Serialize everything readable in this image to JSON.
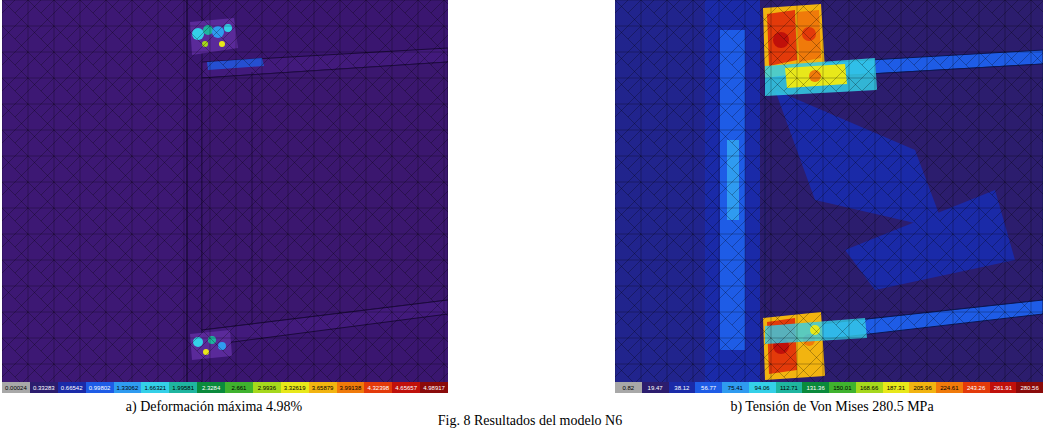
{
  "diagram": {
    "caption": "Fig. 8 Resultados del modelo N6",
    "labels": [
      "a) Deformación máxima 4.98%",
      "b) Tensión de Von Mises 280.5 MPa"
    ],
    "legend": [
      {
        "text": "0.00024",
        "color": "#a8a8a8"
      },
      {
        "text": "0.33283",
        "color": "#2c1d6e"
      },
      {
        "text": "0.66542",
        "color": "#1a2aa8"
      },
      {
        "text": "0.99802",
        "color": "#1e5ce6"
      },
      {
        "text": "1.33062",
        "color": "#2f9bf0"
      },
      {
        "text": "1.66321",
        "color": "#34d0e8"
      },
      {
        "text": "1.99581",
        "color": "#1fb5a0"
      },
      {
        "text": "2.3284",
        "color": "#0a8a3c"
      },
      {
        "text": "2.661",
        "color": "#3fb22e"
      },
      {
        "text": "2.9936",
        "color": "#a6d81c"
      },
      {
        "text": "3.32619",
        "color": "#e8e81a"
      },
      {
        "text": "3.65879",
        "color": "#f2b410"
      },
      {
        "text": "3.99138",
        "color": "#f07a0a"
      },
      {
        "text": "4.32398",
        "color": "#e33a0a"
      },
      {
        "text": "4.65657",
        "color": "#c0100a"
      },
      {
        "text": "4.98917",
        "color": "#8a0a0a"
      },
      {
        "text": "0.82",
        "color": "#a8a8a8"
      },
      {
        "text": "19.47",
        "color": "#2c1d6e"
      },
      {
        "text": "38.12",
        "color": "#1a2aa8"
      },
      {
        "text": "56.77",
        "color": "#1e5ce6"
      },
      {
        "text": "75.41",
        "color": "#2f9bf0"
      },
      {
        "text": "94.06",
        "color": "#34d0e8"
      },
      {
        "text": "112.71",
        "color": "#1fb5a0"
      },
      {
        "text": "131.36",
        "color": "#0a8a3c"
      },
      {
        "text": "150.01",
        "color": "#3fb22e"
      },
      {
        "text": "168.66",
        "color": "#a6d81c"
      },
      {
        "text": "187.31",
        "color": "#e8e81a"
      },
      {
        "text": "205.96",
        "color": "#f2b410"
      },
      {
        "text": "224.61",
        "color": "#f07a0a"
      },
      {
        "text": "243.26",
        "color": "#e33a0a"
      },
      {
        "text": "261.91",
        "color": "#c0100a"
      },
      {
        "text": "280.56",
        "color": "#8a0a0a"
      }
    ]
  }
}
